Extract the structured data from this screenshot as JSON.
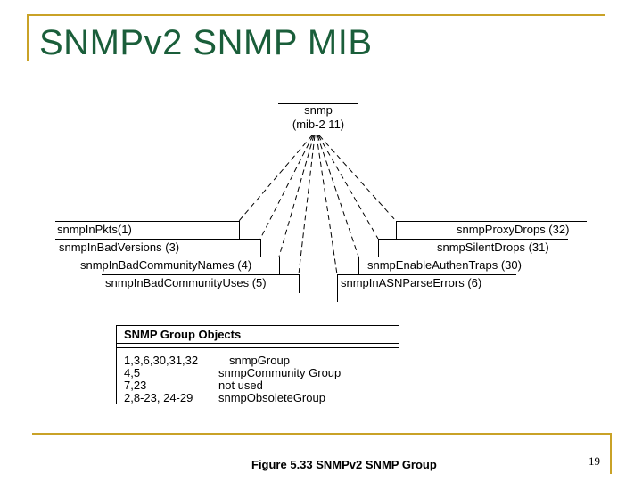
{
  "title": "SNMPv2 SNMP MIB",
  "root": {
    "line1": "snmp",
    "line2": "(mib-2 11)"
  },
  "left_objects": [
    "snmpInPkts(1)",
    "snmpInBadVersions (3)",
    "snmpInBadCommunityNames (4)",
    "snmpInBadCommunityUses (5)"
  ],
  "right_objects": [
    "snmpProxyDrops (32)",
    "snmpSilentDrops (31)",
    "snmpEnableAuthenTraps (30)",
    "snmpInASNParseErrors (6)"
  ],
  "table": {
    "header": "SNMP Group Objects",
    "rows": [
      {
        "ids": "1,3,6,30,31,32",
        "group": "snmpGroup"
      },
      {
        "ids": "4,5",
        "group": "snmpCommunity Group"
      },
      {
        "ids": "7,23",
        "group": "not used"
      },
      {
        "ids": "2,8-23, 24-29",
        "group": "snmpObsoleteGroup"
      }
    ]
  },
  "caption": "Figure 5.33 SNMPv2 SNMP Group",
  "page_number": "19",
  "colors": {
    "title": "#1a5e3a",
    "accent": "#c9a227"
  }
}
